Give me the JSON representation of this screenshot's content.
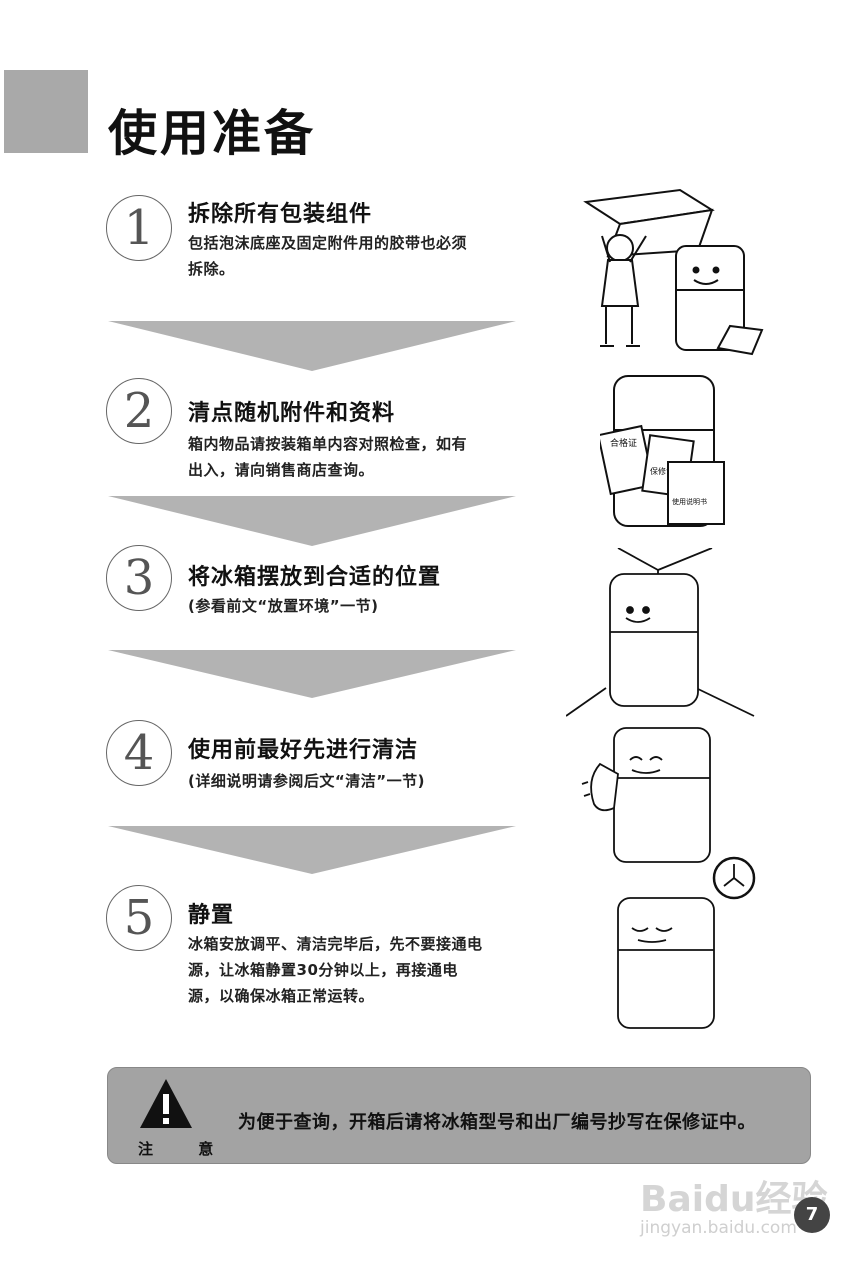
{
  "header": {
    "title": "使用准备"
  },
  "steps": [
    {
      "number": "1",
      "title": "拆除所有包装组件",
      "desc": [
        "包括泡沫底座及固定附件用的胶带也必须",
        "拆除。"
      ]
    },
    {
      "number": "2",
      "title": "清点随机附件和资料",
      "desc": [
        "箱内物品请按装箱单内容对照检查，如有",
        "出入，请向销售商店查询。"
      ]
    },
    {
      "number": "3",
      "title": "将冰箱摆放到合适的位置",
      "desc": [
        "(参看前文“放置环境”一节)"
      ]
    },
    {
      "number": "4",
      "title": "使用前最好先进行清洁",
      "desc": [
        "(详细说明请参阅后文“清洁”一节)"
      ]
    },
    {
      "number": "5",
      "title": "静置",
      "desc": [
        "冰箱安放调平、清洁完毕后，先不要接通电",
        "源，让冰箱静置30分钟以上，再接通电",
        "源，以确保冰箱正常运转。"
      ]
    }
  ],
  "illustration_labels": {
    "cert": "合格证",
    "warranty": "保修证",
    "manual": "使用说明书"
  },
  "notice": {
    "label": "注 意",
    "text": "为便于查询，开箱后请将冰箱型号和出厂编号抄写在保修证中。"
  },
  "footer": {
    "page_number": "7"
  },
  "watermark": {
    "brand": "Baidu经验",
    "site": "jingyan.baidu.com"
  },
  "colors": {
    "gray_block": "#a9a9a9",
    "arrow": "#b3b3b3",
    "notice_bg": "#a3a3a3"
  },
  "icons": [
    "warning-triangle-icon",
    "clock-icon"
  ]
}
